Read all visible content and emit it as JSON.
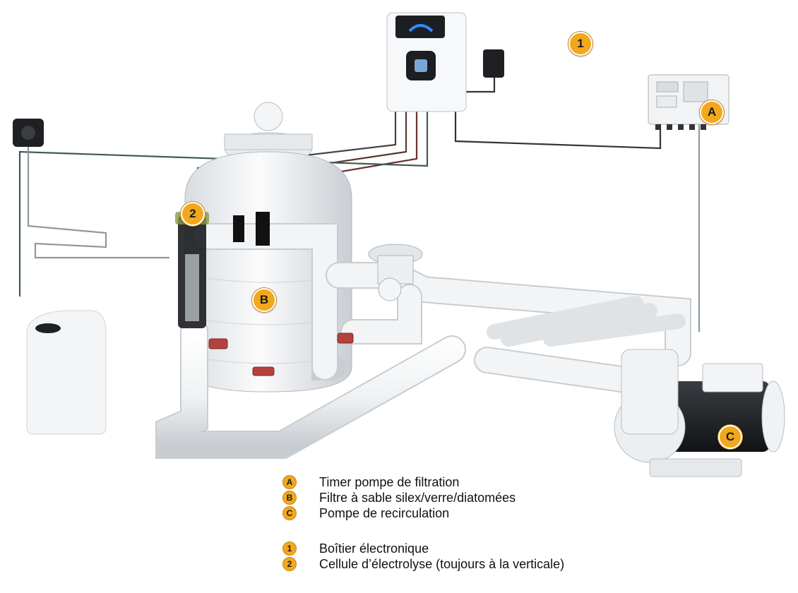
{
  "markers": {
    "timer": "A",
    "filter": "B",
    "pump": "C",
    "control_box": "1",
    "cell": "2"
  },
  "legend": {
    "letters": [
      {
        "badge": "A",
        "text": "Timer pompe de filtration"
      },
      {
        "badge": "B",
        "text": "Filtre à sable silex/verre/diatomées"
      },
      {
        "badge": "C",
        "text": "Pompe de recirculation"
      }
    ],
    "numbers": [
      {
        "badge": "1",
        "text": "Boîtier électronique"
      },
      {
        "badge": "2",
        "text": "Cellule d’électrolyse (toujours à la verticale)"
      }
    ]
  },
  "colors": {
    "marker": "#f2a81d",
    "pipe": "#eef1f3",
    "valve": "#b5423c",
    "display_glow": "#2f8cff"
  }
}
